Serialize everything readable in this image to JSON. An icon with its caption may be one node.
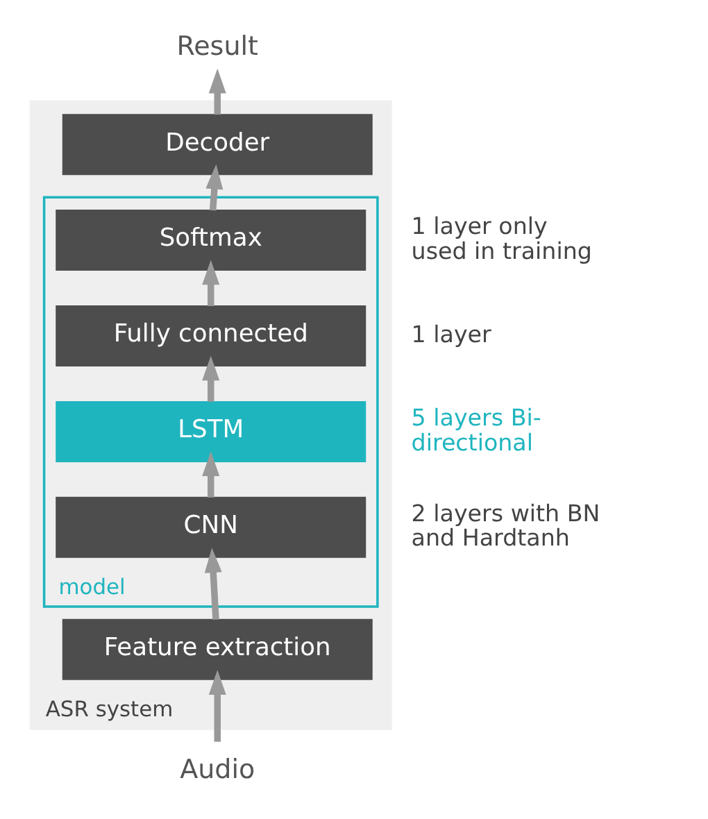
{
  "diagram": {
    "nodes": [
      {
        "text": [
          "ASR system"
        ]
      },
      {
        "text": [
          "Decoder"
        ],
        "in": 0
      },
      {
        "text": [
          "model"
        ],
        "in": 0
      },
      {
        "text": [
          "Softmax"
        ],
        "in": 2,
        "beside": [
          "1 layer only used in training"
        ]
      },
      {
        "text": [
          "Fully connected"
        ],
        "in": 2,
        "beside": [
          "1 layer"
        ]
      },
      {
        "text": [
          "LSTM"
        ],
        "in": 2,
        "beside": [
          "5 layers Bi-directional"
        ]
      },
      {
        "text": [
          "CNN"
        ],
        "in": 2,
        "beside": [
          "2 layers with BN and Hardtanh"
        ]
      },
      {
        "text": [
          "Feature extraction"
        ],
        "in": 0
      },
      {
        "text": [
          "Result"
        ]
      },
      {
        "text": [
          "Audio"
        ]
      }
    ],
    "edges": [
      {
        "from": 9,
        "to": 7,
        "arrow": "to"
      },
      {
        "from": 7,
        "to": 6,
        "arrow": "to"
      },
      {
        "from": 6,
        "to": 5,
        "arrow": "to"
      },
      {
        "from": 5,
        "to": 4,
        "arrow": "to"
      },
      {
        "from": 4,
        "to": 3,
        "arrow": "to"
      },
      {
        "from": 3,
        "to": 1,
        "arrow": "to"
      },
      {
        "from": 1,
        "to": 8,
        "arrow": "to"
      }
    ]
  }
}
